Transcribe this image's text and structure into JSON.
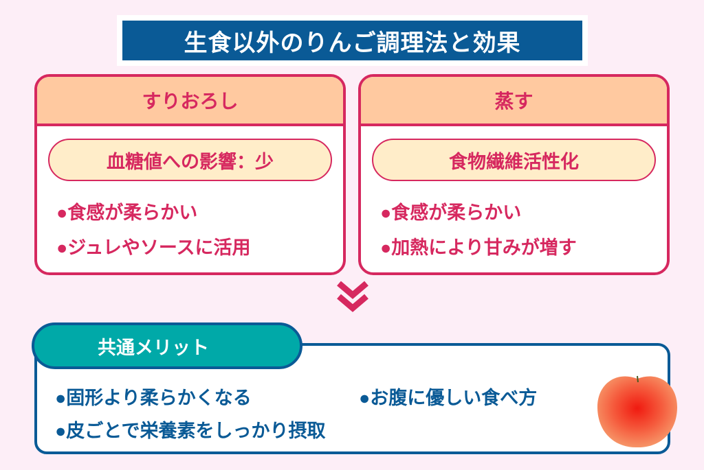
{
  "title": "生食以外のりんご調理法と効果",
  "methods": [
    {
      "name": "すりおろし",
      "highlight": "血糖値への影響：少",
      "points": [
        "●食感が柔らかい",
        "●ジュレやソースに活用"
      ]
    },
    {
      "name": "蒸す",
      "highlight": "食物繊維活性化",
      "points": [
        "●食感が柔らかい",
        "●加熱により甘みが増す"
      ]
    }
  ],
  "common": {
    "label": "共通メリット",
    "points": [
      "●固形より柔らかくなる",
      "●お腹に優しい食べ方",
      "●皮ごとで栄養素をしっかり摂取"
    ]
  },
  "colors": {
    "pink": "#d6285f",
    "navy": "#0a5a96",
    "teal": "#00a9a8",
    "peach": "#ffc9a0",
    "cream": "#ffedc9"
  }
}
